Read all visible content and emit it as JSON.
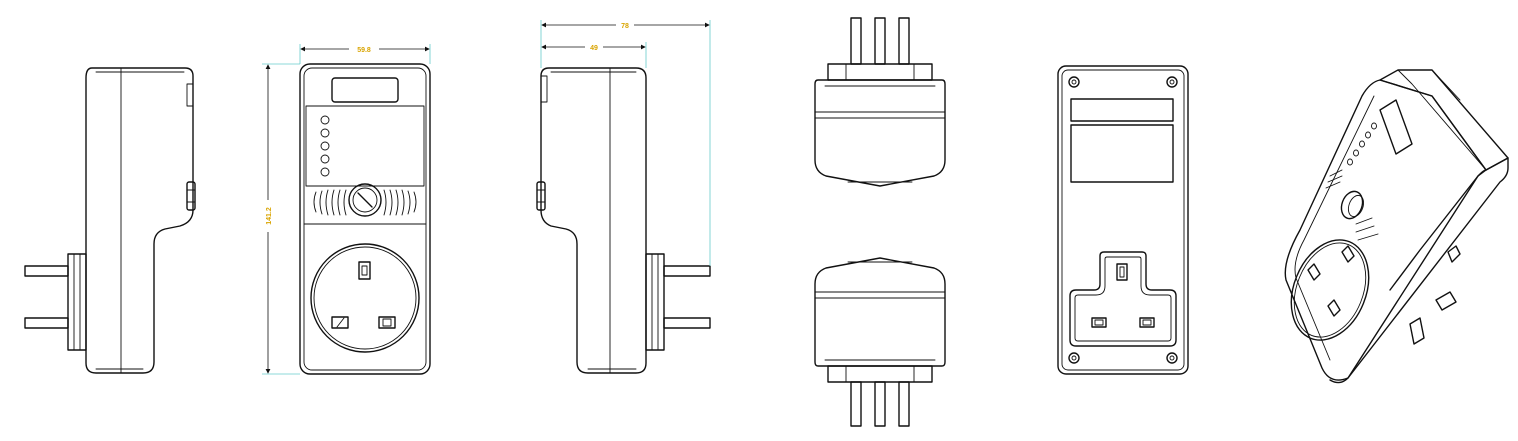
{
  "dimensions": {
    "width_front": "59.8",
    "height_front": "141.2",
    "depth_total": "78",
    "depth_body": "49"
  },
  "colors": {
    "line": "#111111",
    "dimension_text": "#d9a400",
    "extension_line": "#66cccc",
    "background": "#ffffff"
  },
  "views": [
    "left-side-view",
    "front-view",
    "right-side-view",
    "top-view",
    "bottom-view",
    "back-view",
    "isometric-view"
  ]
}
